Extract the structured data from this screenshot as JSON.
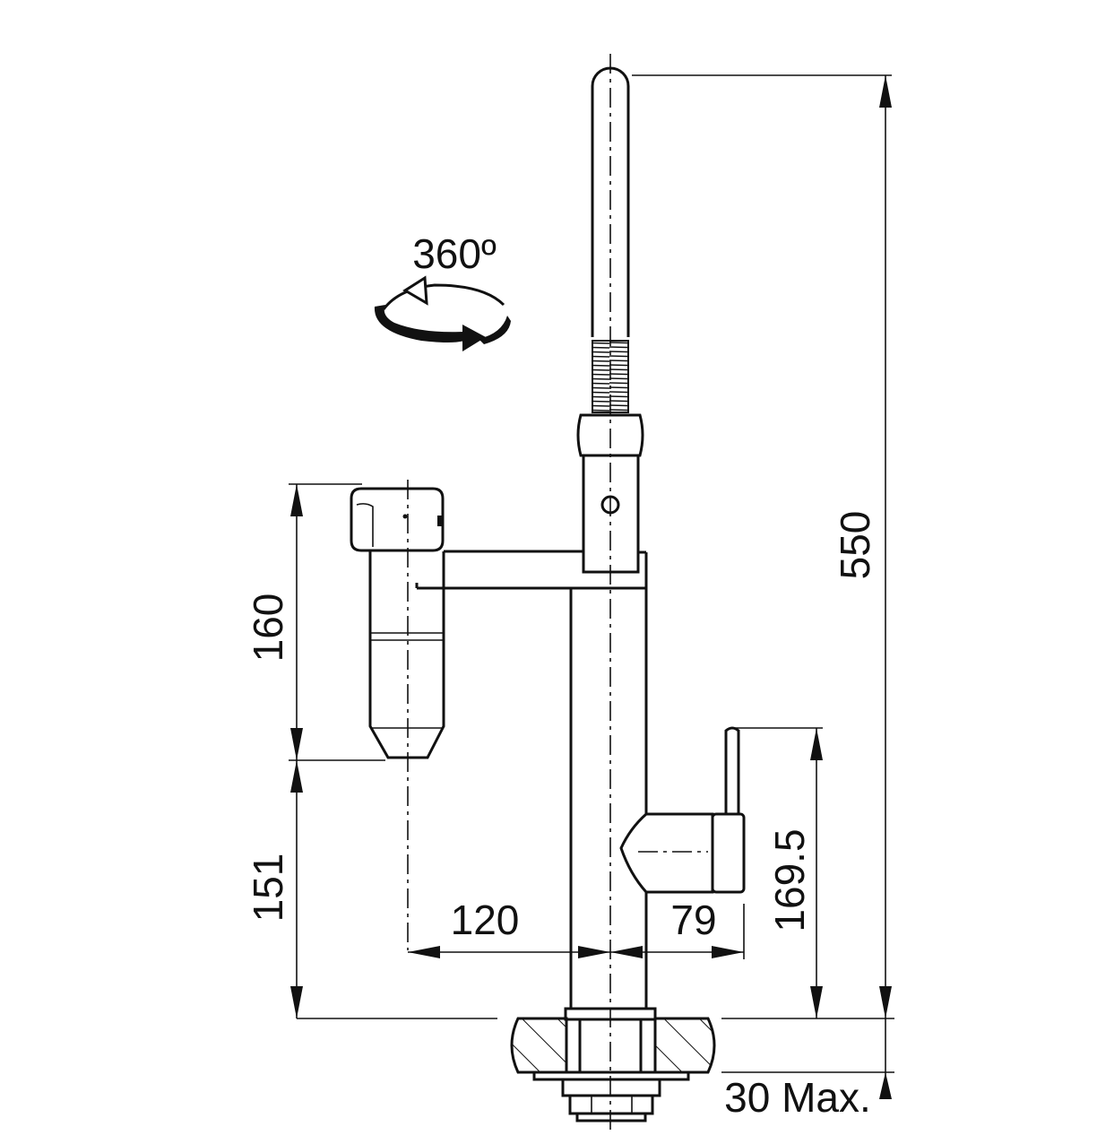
{
  "diagram": {
    "rotation_label": "360º",
    "dimensions": {
      "total_height": "550",
      "spray_head_height": "160",
      "spout_clearance": "151",
      "spout_reach": "120",
      "lever_offset": "79",
      "lever_height": "169.5",
      "deck_thickness": "30 Max."
    },
    "colors": {
      "line": "#111111",
      "background": "#ffffff"
    },
    "icons": [
      "rotation-arrow-icon",
      "dimension-arrow-icon"
    ]
  }
}
